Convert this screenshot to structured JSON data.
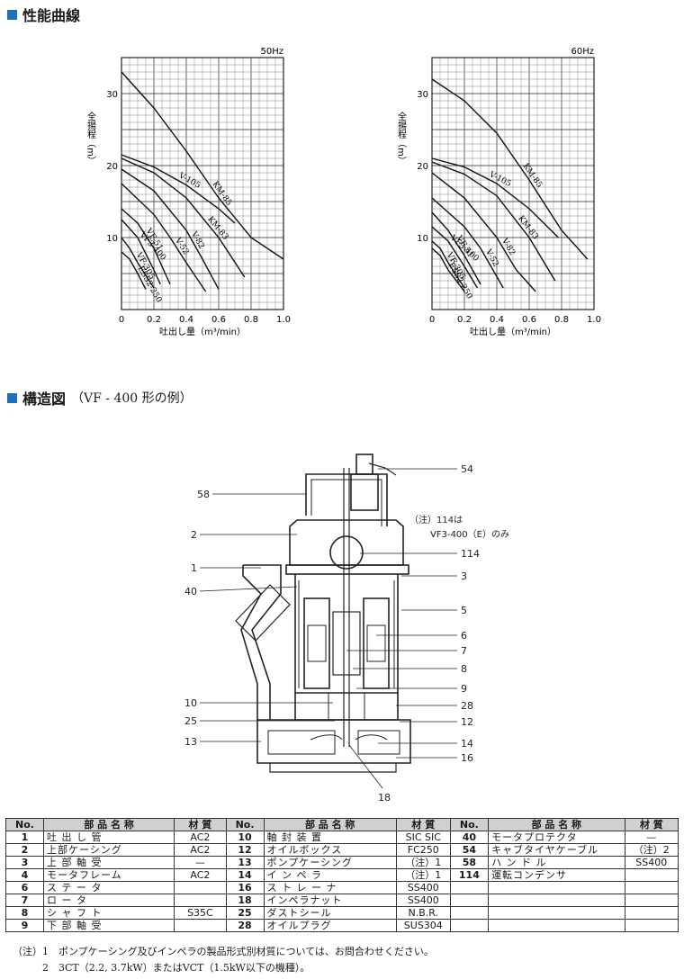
{
  "sections": {
    "performance_title": "性能曲線",
    "structure_title": "構造図",
    "structure_subtitle": "（VF - 400 形の例）"
  },
  "chart_data": [
    {
      "type": "line",
      "title": "50Hz",
      "ylabel": "全揚程（m）",
      "xlabel": "吐出し量（m³/min）",
      "xlim": [
        0,
        1.0
      ],
      "ylim": [
        0,
        35
      ],
      "x_ticks": [
        "0",
        "0.2",
        "0.4",
        "0.6",
        "0.8",
        "1.0"
      ],
      "y_ticks": [
        "10",
        "20",
        "30"
      ],
      "grid": true,
      "series": [
        {
          "name": "KM-85",
          "points": [
            [
              0,
              33
            ],
            [
              0.2,
              28
            ],
            [
              0.4,
              22
            ],
            [
              0.6,
              15.5
            ],
            [
              0.8,
              10
            ],
            [
              1.0,
              7
            ]
          ]
        },
        {
          "name": "V-105",
          "points": [
            [
              0,
              21.5
            ],
            [
              0.2,
              19.8
            ],
            [
              0.4,
              17.3
            ],
            [
              0.6,
              14
            ],
            [
              0.7,
              12
            ]
          ]
        },
        {
          "name": "KM-83",
          "points": [
            [
              0,
              21
            ],
            [
              0.2,
              19
            ],
            [
              0.4,
              15.5
            ],
            [
              0.6,
              10
            ],
            [
              0.76,
              4.5
            ]
          ]
        },
        {
          "name": "V-52",
          "points": [
            [
              0,
              17.5
            ],
            [
              0.2,
              13.2
            ],
            [
              0.3,
              10
            ],
            [
              0.4,
              6.5
            ],
            [
              0.52,
              2.5
            ]
          ]
        },
        {
          "name": "V-82",
          "points": [
            [
              0,
              19.5
            ],
            [
              0.2,
              16.5
            ],
            [
              0.4,
              11
            ],
            [
              0.5,
              7
            ],
            [
              0.6,
              2.8
            ]
          ]
        },
        {
          "name": "VF-51",
          "points": [
            [
              0,
              14
            ],
            [
              0.1,
              12
            ],
            [
              0.2,
              8.5
            ],
            [
              0.3,
              3.5
            ]
          ]
        },
        {
          "name": "VF3-400",
          "points": [
            [
              0,
              12.5
            ],
            [
              0.1,
              10
            ],
            [
              0.2,
              5.5
            ],
            [
              0.24,
              3.5
            ]
          ]
        },
        {
          "name": "VF-305",
          "points": [
            [
              0,
              10
            ],
            [
              0.05,
              8.5
            ],
            [
              0.1,
              6.5
            ],
            [
              0.2,
              3
            ]
          ]
        },
        {
          "name": "ESS2-250",
          "points": [
            [
              0,
              8
            ],
            [
              0.05,
              7
            ],
            [
              0.1,
              5
            ],
            [
              0.15,
              2.8
            ]
          ]
        }
      ]
    },
    {
      "type": "line",
      "title": "60Hz",
      "ylabel": "全揚程（m）",
      "xlabel": "吐出し量（m³/min）",
      "xlim": [
        0,
        1.0
      ],
      "ylim": [
        0,
        35
      ],
      "x_ticks": [
        "0",
        "0.2",
        "0.4",
        "0.6",
        "0.8",
        "1.0"
      ],
      "y_ticks": [
        "10",
        "20",
        "30"
      ],
      "grid": true,
      "series": [
        {
          "name": "KM-85",
          "points": [
            [
              0,
              32
            ],
            [
              0.2,
              29
            ],
            [
              0.4,
              24.5
            ],
            [
              0.6,
              18
            ],
            [
              0.8,
              11
            ],
            [
              0.96,
              7
            ]
          ]
        },
        {
          "name": "V-105",
          "points": [
            [
              0,
              21
            ],
            [
              0.2,
              19.8
            ],
            [
              0.4,
              17.5
            ],
            [
              0.6,
              14
            ],
            [
              0.78,
              10
            ]
          ]
        },
        {
          "name": "KM-83",
          "points": [
            [
              0,
              20.5
            ],
            [
              0.2,
              18.8
            ],
            [
              0.4,
              15.8
            ],
            [
              0.6,
              10
            ],
            [
              0.76,
              4
            ]
          ]
        },
        {
          "name": "V-52",
          "points": [
            [
              0,
              15.5
            ],
            [
              0.2,
              11.5
            ],
            [
              0.3,
              8.5
            ],
            [
              0.44,
              3
            ]
          ]
        },
        {
          "name": "V-82",
          "points": [
            [
              0,
              19
            ],
            [
              0.2,
              15.5
            ],
            [
              0.4,
              10
            ],
            [
              0.52,
              5.5
            ],
            [
              0.64,
              2.5
            ]
          ]
        },
        {
          "name": "VF-51",
          "points": [
            [
              0,
              13.5
            ],
            [
              0.1,
              11
            ],
            [
              0.2,
              7.5
            ],
            [
              0.3,
              3.5
            ]
          ]
        },
        {
          "name": "VF3-400",
          "points": [
            [
              0,
              11.5
            ],
            [
              0.1,
              9.5
            ],
            [
              0.2,
              6
            ],
            [
              0.28,
              3
            ]
          ]
        },
        {
          "name": "VF-305",
          "points": [
            [
              0,
              9.5
            ],
            [
              0.05,
              8.5
            ],
            [
              0.1,
              6.5
            ],
            [
              0.2,
              3
            ]
          ]
        },
        {
          "name": "ESS2-250",
          "points": [
            [
              0,
              8.5
            ],
            [
              0.05,
              7.5
            ],
            [
              0.1,
              5.5
            ],
            [
              0.2,
              2.5
            ]
          ]
        }
      ]
    }
  ],
  "diagram": {
    "labels_left": [
      "58",
      "2",
      "1",
      "40",
      "10",
      "25",
      "13"
    ],
    "labels_right": [
      "54",
      "114",
      "3",
      "5",
      "6",
      "7",
      "8",
      "9",
      "28",
      "12",
      "14",
      "16"
    ],
    "label_bottom": "18",
    "note_line1": "（注）114は",
    "note_line2": "VF3-400（E）のみ"
  },
  "table": {
    "headers": [
      "No.",
      "部 品 名 称",
      "材 質"
    ],
    "rows": [
      [
        [
          "1",
          "吐 出 し 管",
          "AC2"
        ],
        [
          "10",
          "軸 封 装 置",
          "SIC SIC"
        ],
        [
          "40",
          "モータプロテクタ",
          "—"
        ]
      ],
      [
        [
          "2",
          "上部ケーシング",
          "AC2"
        ],
        [
          "12",
          "オイルボックス",
          "FC250"
        ],
        [
          "54",
          "キャブタイヤケーブル",
          "（注）2"
        ]
      ],
      [
        [
          "3",
          "上 部 軸 受",
          "—"
        ],
        [
          "13",
          "ポンプケーシング",
          "（注）1"
        ],
        [
          "58",
          "ハ ン ド ル",
          "SS400"
        ]
      ],
      [
        [
          "4",
          "モータフレーム",
          "AC2"
        ],
        [
          "14",
          "イ ン ペ ラ",
          "（注）1"
        ],
        [
          "114",
          "運転コンデンサ",
          ""
        ]
      ],
      [
        [
          "6",
          "ス テ ー タ",
          ""
        ],
        [
          "16",
          "ス ト レ ー ナ",
          "SS400"
        ],
        [
          "",
          "",
          ""
        ]
      ],
      [
        [
          "7",
          "ロ ー タ",
          ""
        ],
        [
          "18",
          "インペラナット",
          "SS400"
        ],
        [
          "",
          "",
          ""
        ]
      ],
      [
        [
          "8",
          "シ ャ フ ト",
          "S35C"
        ],
        [
          "25",
          "ダストシール",
          "N.B.R."
        ],
        [
          "",
          "",
          ""
        ]
      ],
      [
        [
          "9",
          "下 部 軸 受",
          ""
        ],
        [
          "28",
          "オイルプラグ",
          "SUS304"
        ],
        [
          "",
          "",
          ""
        ]
      ]
    ]
  },
  "notes": [
    "（注）1　ポンプケーシング及びインペラの製品形式別材質については、お問合わせください。",
    "　　　2　3CT（2.2, 3.7kW）またはVCT（1.5kW以下の機種）。"
  ]
}
